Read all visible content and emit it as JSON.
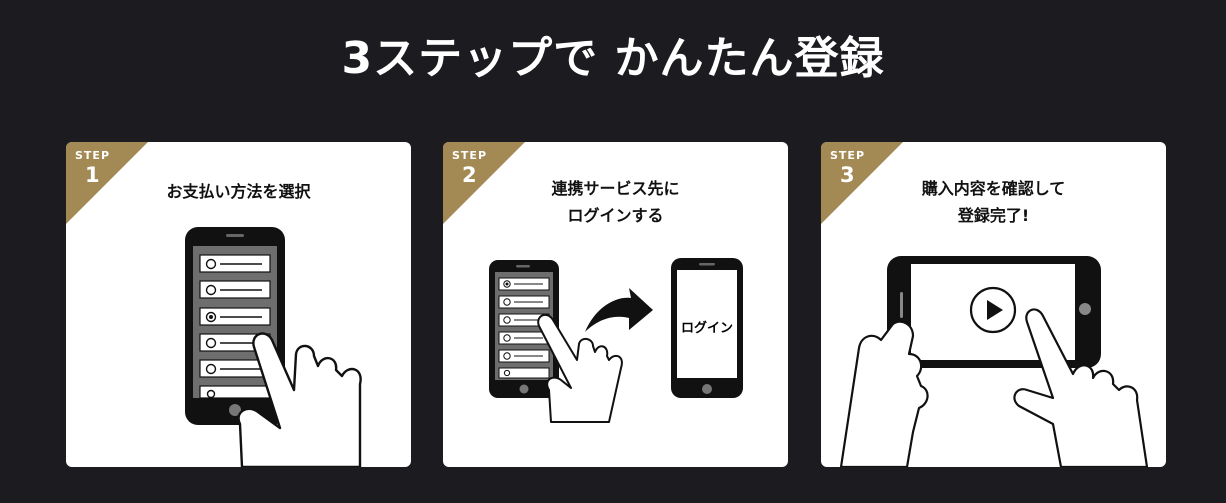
{
  "title": "3ステップで かんたん登録",
  "colors": {
    "background": "#1c1c20",
    "accent": "#a38a55",
    "card": "#ffffff"
  },
  "steps": [
    {
      "label": "STEP",
      "number": "1",
      "caption_lines": [
        "お支払い方法を選択"
      ],
      "illustration": "phone-select-payment-icon"
    },
    {
      "label": "STEP",
      "number": "2",
      "caption_lines": [
        "連携サービス先に",
        "ログインする"
      ],
      "illustration": "phone-login-icon",
      "screen_label": "ログイン"
    },
    {
      "label": "STEP",
      "number": "3",
      "caption_lines": [
        "購入内容を確認して",
        "登録完了!"
      ],
      "illustration": "phone-play-icon"
    }
  ]
}
